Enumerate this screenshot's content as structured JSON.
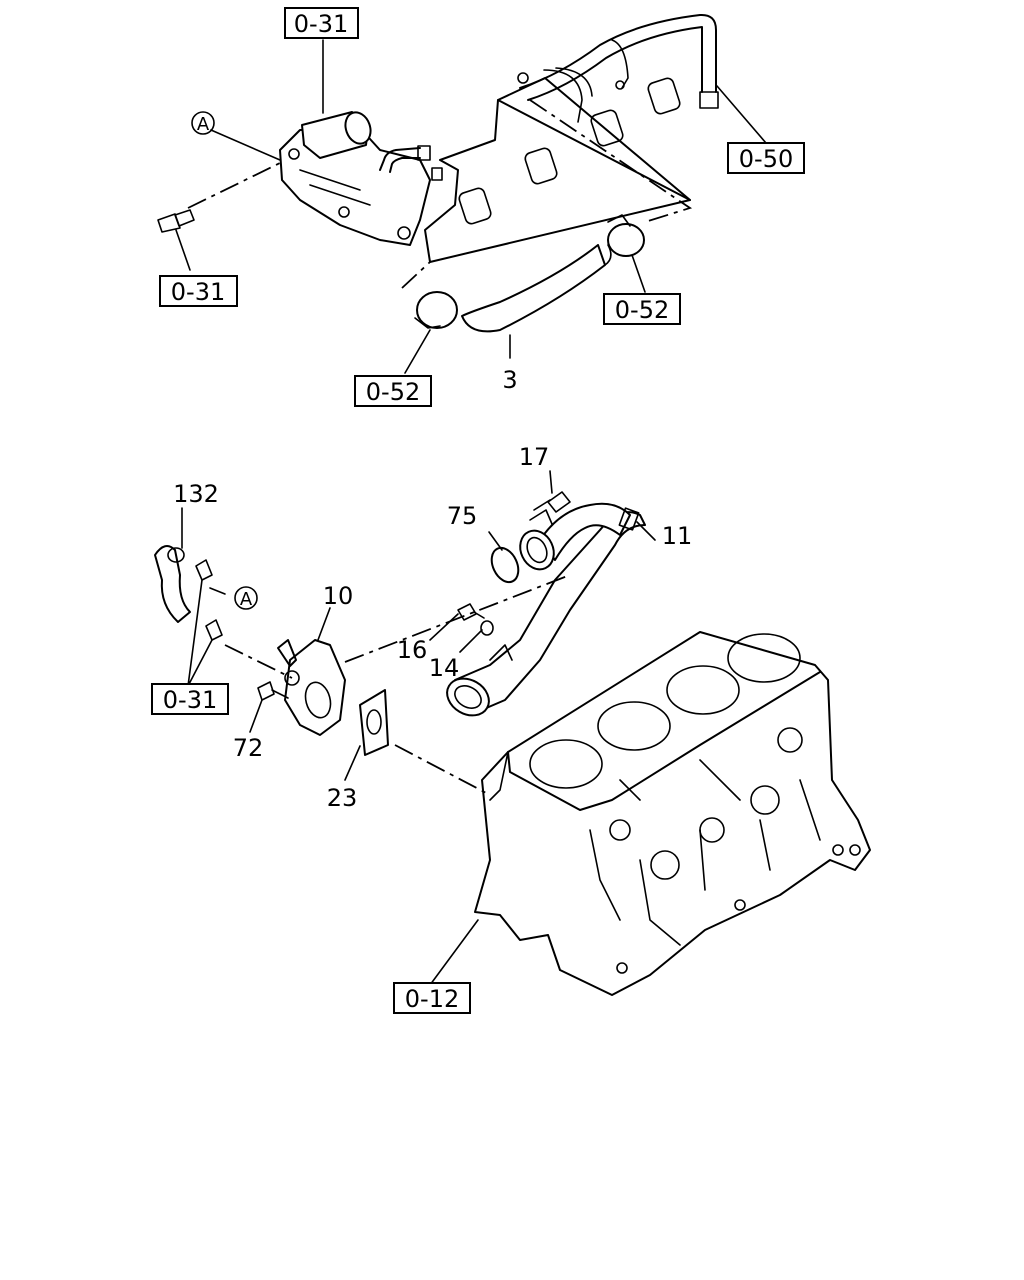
{
  "figure": {
    "references": {
      "r031_top": "0-31",
      "r050": "0-50",
      "r031_left": "0-31",
      "r052_right": "0-52",
      "r052_left": "0-52",
      "r031_mid": "0-31",
      "r012": "0-12"
    },
    "callouts": {
      "A_top": "A",
      "A_mid": "A"
    },
    "part_numbers": {
      "p3": "3",
      "p132": "132",
      "p75": "75",
      "p17": "17",
      "p11": "11",
      "p10": "10",
      "p16": "16",
      "p14": "14",
      "p72": "72",
      "p23": "23"
    }
  }
}
